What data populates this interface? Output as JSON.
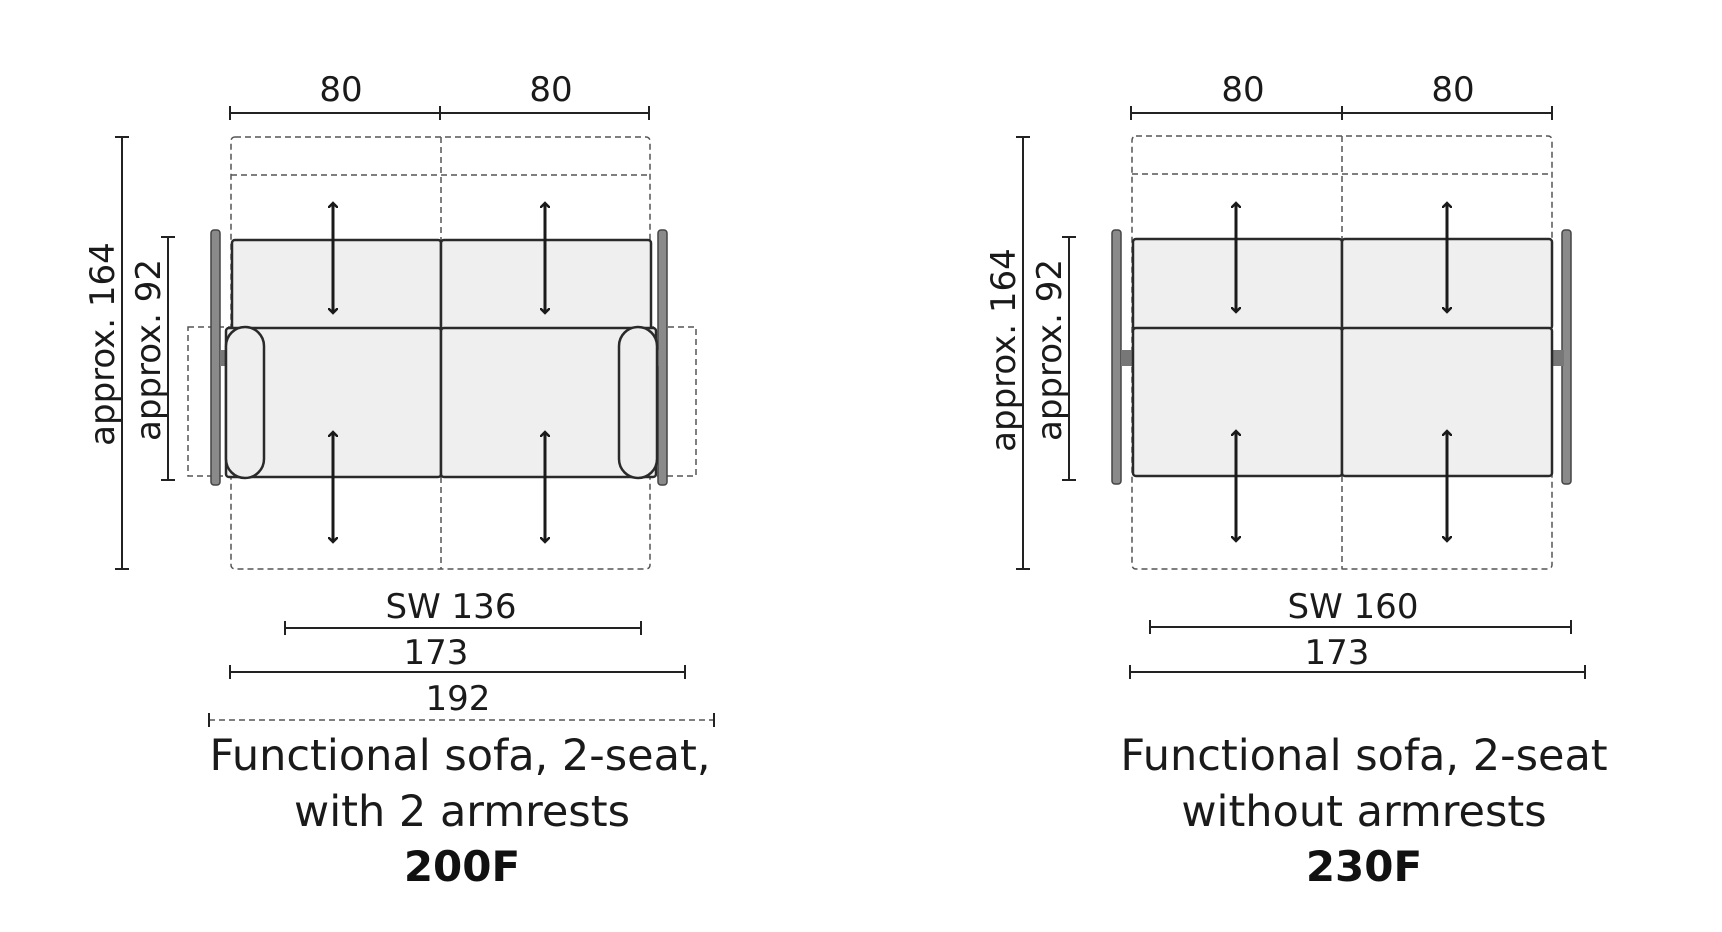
{
  "left": {
    "top_dims": [
      "80",
      "80"
    ],
    "height_outer": "approx. 164",
    "height_inner": "approx. 92",
    "seat_width": "SW 136",
    "width_mid": "173",
    "width_outer": "192",
    "caption_line1": "Functional sofa, 2-seat,",
    "caption_line2": "with 2 armrests",
    "model": "200F"
  },
  "right": {
    "top_dims": [
      "80",
      "80"
    ],
    "height_outer": "approx. 164",
    "height_inner": "approx. 92",
    "seat_width": "SW 160",
    "width_mid": "173",
    "caption_line1": "Functional sofa, 2-seat",
    "caption_line2": "without armrests",
    "model": "230F"
  },
  "colors": {
    "cushion_fill": "#efefef",
    "armrest_fill": "#8a8a8a",
    "line": "#1a1a1a"
  }
}
